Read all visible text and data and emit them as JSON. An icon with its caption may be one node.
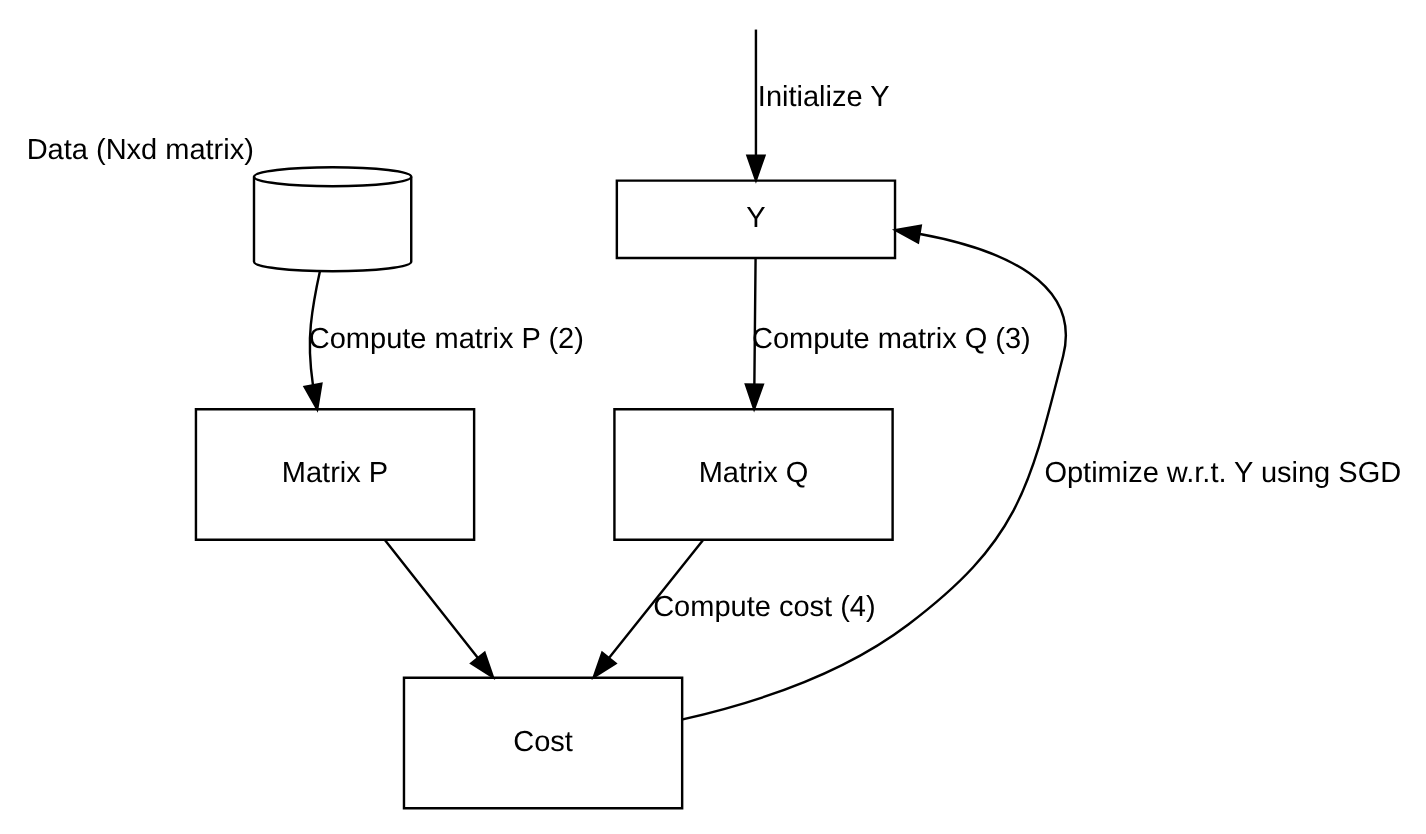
{
  "diagram": {
    "nodes": [
      {
        "text": [
          "Data (Nxd matrix)"
        ]
      },
      {
        "text": [
          "Matrix P"
        ]
      },
      {
        "text": [
          "Y"
        ]
      },
      {
        "text": [
          "Matrix Q"
        ]
      },
      {
        "text": [
          "Cost"
        ]
      }
    ],
    "edges": [
      {
        "from": 0,
        "to": 1,
        "arrow": "to",
        "label": "Compute matrix P (2)"
      },
      {
        "from": null,
        "to": 2,
        "arrow": "to",
        "label": "Initialize Y"
      },
      {
        "from": 2,
        "to": 3,
        "arrow": "to",
        "label": "Compute matrix Q (3)"
      },
      {
        "from": 3,
        "to": 4,
        "arrow": "to",
        "label": "Compute cost (4)"
      },
      {
        "from": 1,
        "to": 4,
        "arrow": "to"
      },
      {
        "from": 4,
        "to": 2,
        "arrow": "to",
        "label": "Optimize w.r.t. Y using SGD"
      }
    ]
  }
}
